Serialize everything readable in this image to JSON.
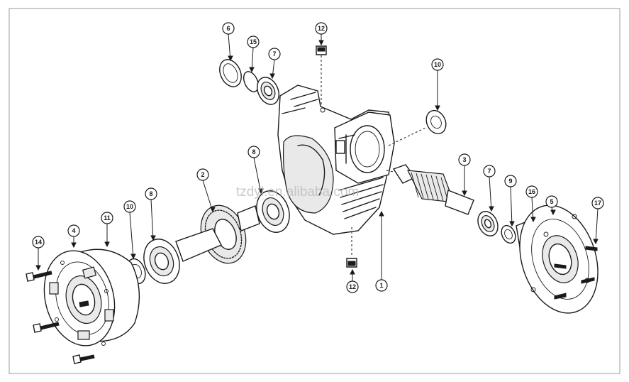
{
  "watermark": "tzdyl.en.alibaba.com",
  "callouts": [
    {
      "id": "c6a",
      "label": "6"
    },
    {
      "id": "c15",
      "label": "15"
    },
    {
      "id": "c7a",
      "label": "7"
    },
    {
      "id": "c12a",
      "label": "12"
    },
    {
      "id": "c10a",
      "label": "10"
    },
    {
      "id": "c8a",
      "label": "8"
    },
    {
      "id": "c2",
      "label": "2"
    },
    {
      "id": "c3",
      "label": "3"
    },
    {
      "id": "c7b",
      "label": "7"
    },
    {
      "id": "c9",
      "label": "9"
    },
    {
      "id": "c16",
      "label": "16"
    },
    {
      "id": "c5",
      "label": "5"
    },
    {
      "id": "c17",
      "label": "17"
    },
    {
      "id": "c14",
      "label": "14"
    },
    {
      "id": "c4",
      "label": "4"
    },
    {
      "id": "c11",
      "label": "11"
    },
    {
      "id": "c10b",
      "label": "10"
    },
    {
      "id": "c8b",
      "label": "8"
    },
    {
      "id": "c12b",
      "label": "12"
    },
    {
      "id": "c1",
      "label": "1"
    }
  ]
}
